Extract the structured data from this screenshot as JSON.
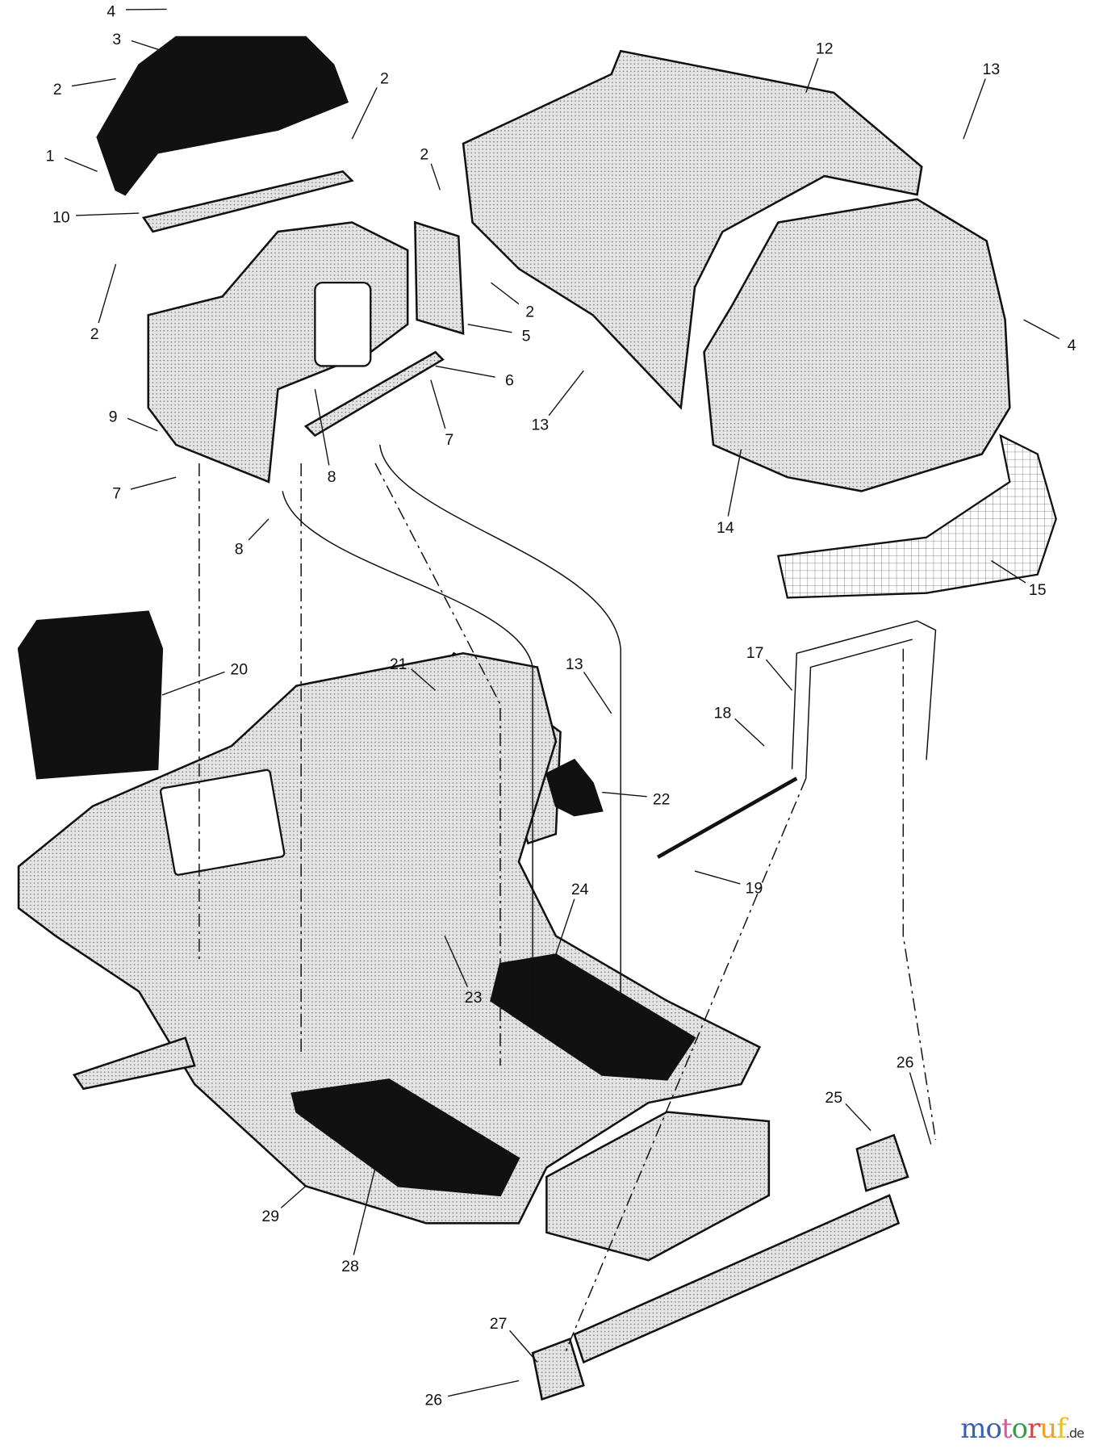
{
  "diagram": {
    "callouts": [
      "4",
      "3",
      "2",
      "1",
      "2",
      "10",
      "2",
      "2",
      "2",
      "5",
      "6",
      "9",
      "7",
      "7",
      "8",
      "8",
      "12",
      "13",
      "4",
      "13",
      "14",
      "15",
      "20",
      "21",
      "13",
      "17",
      "18",
      "22",
      "19",
      "24",
      "23",
      "26",
      "25",
      "29",
      "28",
      "27",
      "26"
    ]
  },
  "watermark": {
    "letters": [
      "m",
      "o",
      "t",
      "o",
      "r",
      "u",
      "f"
    ],
    "colors": [
      "#3a5fb0",
      "#3a5fb0",
      "#e0559a",
      "#3a9a4a",
      "#e0403a",
      "#f0a020",
      "#e8c020"
    ],
    "suffix": ".de"
  }
}
